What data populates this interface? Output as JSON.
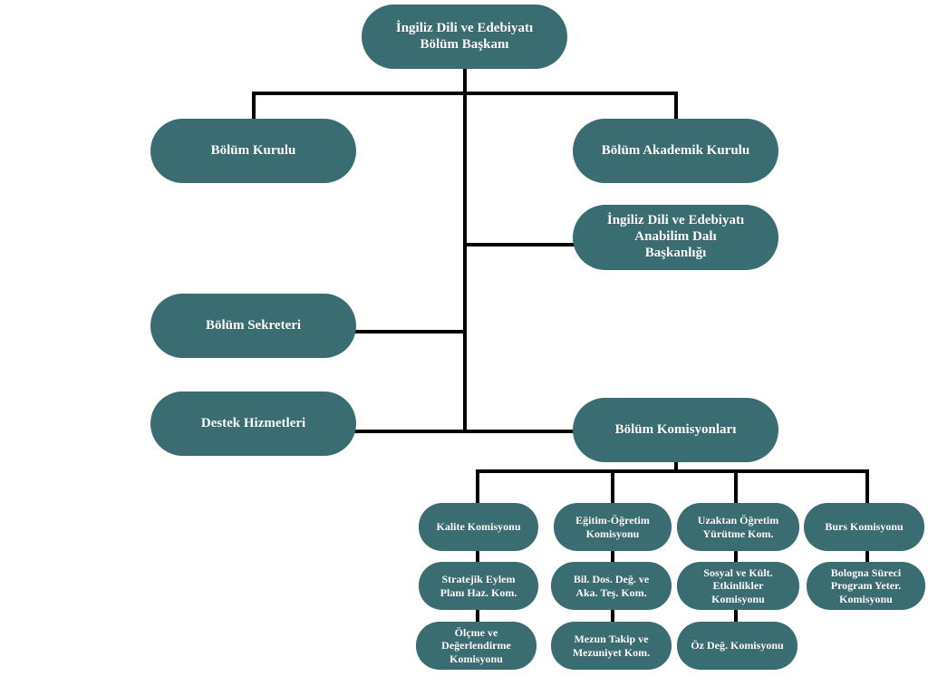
{
  "colors": {
    "node_fill": "#3a6d72",
    "node_text": "#ffffff",
    "connector": "#000000"
  },
  "nodes": {
    "head": "İngiliz Dili ve Edebiyatı\nBölüm Başkanı",
    "bolum_kurulu": "Bölüm Kurulu",
    "akademik_kurulu": "Bölüm Akademik Kurulu",
    "anabilim_dali": "İngiliz Dili ve Edebiyatı\nAnabilim Dalı\nBaşkanlığı",
    "sekreteri": "Bölüm Sekreteri",
    "destek": "Destek Hizmetleri",
    "komisyonlari": "Bölüm Komisyonları",
    "kalite": "Kalite Komisyonu",
    "egitim": "Eğitim-Öğretim\nKomisyonu",
    "uzaktan": "Uzaktan Öğretim\nYürütme Kom.",
    "burs": "Burs Komisyonu",
    "stratejik": "Stratejik Eylem\nPlanı Haz. Kom.",
    "bil_dos": "Bil. Dos. Değ. ve\nAka. Teş. Kom.",
    "sosyal": "Sosyal ve Kült.\nEtkinlikler\nKomisyonu",
    "bologna": "Bologna Süreci\nProgram Yeter.\nKomisyonu",
    "olcme": "Ölçme ve\nDeğerlendirme\nKomisyonu",
    "mezun": "Mezun Takip ve\nMezuniyet Kom.",
    "oz_deg": "Öz Değ. Komisyonu"
  }
}
